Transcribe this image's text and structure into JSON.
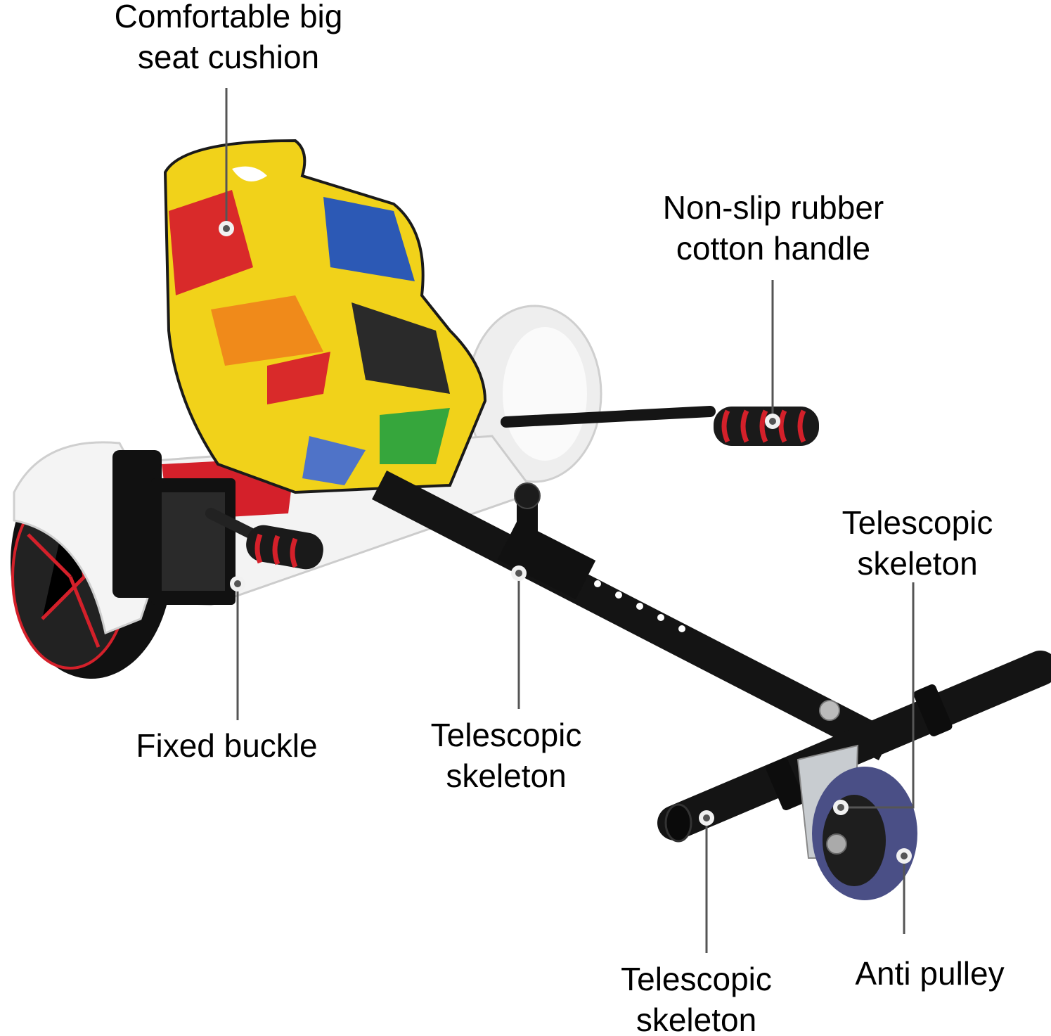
{
  "image": {
    "subject": "hoverboard go-kart seat attachment",
    "background": "#ffffff"
  },
  "callouts": [
    {
      "id": "seat",
      "text": "Comfortable big\nseat cushion"
    },
    {
      "id": "handle",
      "text": "Non-slip rubber\ncotton handle"
    },
    {
      "id": "telescopic-right",
      "text": "Telescopic\nskeleton"
    },
    {
      "id": "buckle",
      "text": "Fixed buckle"
    },
    {
      "id": "telescopic-mid",
      "text": "Telescopic\nskeleton"
    },
    {
      "id": "telescopic-bottom",
      "text": "Telescopic\nskeleton"
    },
    {
      "id": "pulley",
      "text": "Anti pulley"
    }
  ],
  "colors": {
    "leader_line": "#555555",
    "dot_ring": "#f1f1f1",
    "dot_center": "#555555",
    "frame": "#111111",
    "grip_red": "#d4202a",
    "wheel_white": "#f4f4f4",
    "caster_blue": "#4a4f86"
  }
}
